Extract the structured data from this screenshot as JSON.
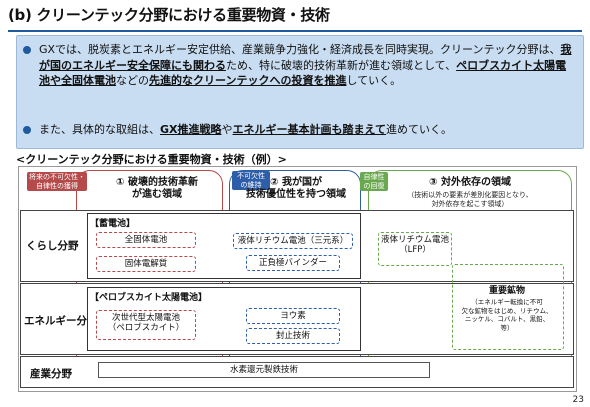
{
  "header": {
    "title": "(b) クリーンテック分野における重要物資・技術"
  },
  "bullets": [
    {
      "parts": [
        {
          "text": "GXでは、脱炭素とエネルギー安定供給、産業競争力強化・経済成長を同時実現。クリーンテック分野は、",
          "u": false
        },
        {
          "text": "我が国のエネルギー安全保障にも関わる",
          "u": true
        },
        {
          "text": "ため、特に破壊的技術革新が進む領域として、",
          "u": false
        },
        {
          "text": "ペロブスカイト太陽電池や全固体電池",
          "u": true
        },
        {
          "text": "などの",
          "u": false
        },
        {
          "text": "先進的なクリーンテックへの投資を推進",
          "u": true
        },
        {
          "text": "していく。",
          "u": false
        }
      ]
    },
    {
      "parts": [
        {
          "text": "また、具体的な取組は、",
          "u": false
        },
        {
          "text": "GX推進戦略",
          "u": true
        },
        {
          "text": "や",
          "u": false
        },
        {
          "text": "エネルギー基本計画も踏まえて",
          "u": true
        },
        {
          "text": "進めていく。",
          "u": false
        }
      ]
    }
  ],
  "diagram": {
    "subtitle": "<クリーンテック分野における重要物資・技術（例）>",
    "columns": {
      "c1": {
        "tag": "将来の不可欠性・\n自律性の獲得",
        "label": "① 破壊的技術革新\nが進む領域"
      },
      "c2": {
        "tag": "不可欠性\nの維持",
        "label": "② 我が国が\n技術優位性を持つ領域"
      },
      "c3": {
        "tag": "自律性\nの回復",
        "label": "③ 対外依存の領域",
        "sub": "（技術以外の要素が差別化要因となり、\n対外依存を起こす領域）"
      }
    },
    "rows": {
      "r1": "くらし分野",
      "r2": "エネルギー分野",
      "r3": "産業分野"
    },
    "sections": {
      "battery": "【蓄電池】",
      "perovskite": "【ペロブスカイト太陽電池】"
    },
    "items": {
      "solid_battery": "全固体電池",
      "solid_electrolyte": "固体電解質",
      "li_ion_ternary": "液体リチウム電池（三元系）",
      "cathode_binder": "正負極バインダー",
      "lfp": "液体リチウム電池\n（LFP）",
      "next_gen_solar": "次世代型太陽電池\n（ペロブスカイト）",
      "iodine": "ヨウ素",
      "sealing": "封止技術",
      "minerals_title": "重要鉱物",
      "minerals_note": "（エネルギー転換に不可\n欠な鉱物をはじめ、リチウム、\nニッケル、コバルト、黒鉛、\n等）",
      "hydrogen_steel": "水素還元製鉄技術"
    },
    "colors": {
      "col1": "#b44a4a",
      "col2": "#2f5ea8",
      "col3": "#6aa84f"
    }
  },
  "page_number": "23"
}
